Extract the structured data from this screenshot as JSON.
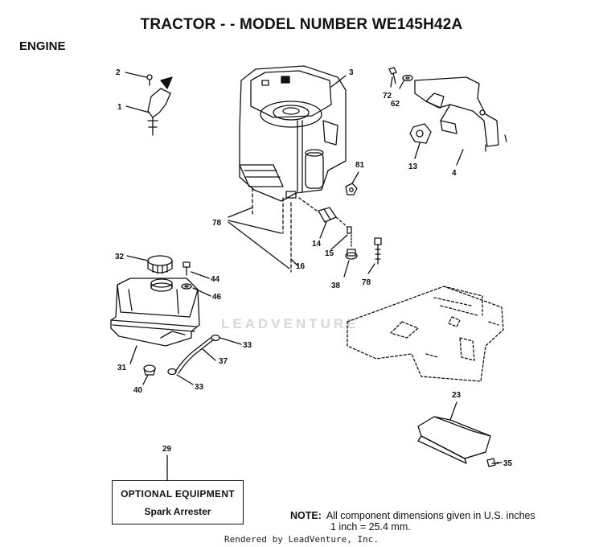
{
  "header": {
    "title": "TRACTOR - - MODEL NUMBER WE145H42A",
    "section": "ENGINE"
  },
  "callouts": {
    "c2": "2",
    "c1": "1",
    "c3": "3",
    "c72": "72",
    "c62": "62",
    "c81": "81",
    "c13": "13",
    "c4": "4",
    "c78a": "78",
    "c14": "14",
    "c15": "15",
    "c16": "16",
    "c38": "38",
    "c78b": "78",
    "c32": "32",
    "c44": "44",
    "c46": "46",
    "c31": "31",
    "c33a": "33",
    "c37": "37",
    "c40": "40",
    "c33b": "33",
    "c23": "23",
    "c35": "35",
    "c29": "29"
  },
  "optional_box": {
    "title": "OPTIONAL EQUIPMENT",
    "item": "Spark Arrester"
  },
  "note": {
    "label": "NOTE:",
    "line1": "All component dimensions given in U.S. inches",
    "line2": "1 inch = 25.4 mm."
  },
  "watermark": "LEADVENTURE",
  "footer": "Rendered by LeadVenture, Inc."
}
